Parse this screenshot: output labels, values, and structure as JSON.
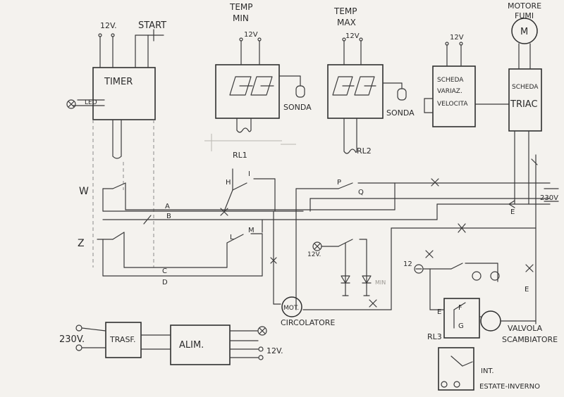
{
  "labels": {
    "v12_timer": "12V.",
    "start": "START",
    "timer": "TIMER",
    "led": "LED",
    "temp_min_1": "TEMP",
    "temp_min_2": "MIN",
    "v12_tmin": "12V",
    "sonda1": "SONDA",
    "rl1": "RL1",
    "temp_max_1": "TEMP",
    "temp_max_2": "MAX",
    "v12_tmax": "12V",
    "sonda2": "SONDA",
    "rl2": "RL2",
    "v12_scheda": "12V",
    "scheda_var_1": "SCHEDA",
    "scheda_var_2": "VARIAZ.",
    "scheda_var_3": "VELOCITA",
    "motore_1": "MOTORE",
    "motore_2": "FUMI",
    "motor_m": "M",
    "triac_1": "SCHEDA",
    "triac_2": "TRIAC",
    "w": "W",
    "z": "Z",
    "a": "A",
    "b": "B",
    "c": "C",
    "d": "D",
    "h": "H",
    "i": "I",
    "l": "L",
    "m": "M",
    "p": "P",
    "q": "Q",
    "e1": "E",
    "e2": "E",
    "e3": "E",
    "f": "F",
    "g": "G",
    "v230_right": "230V",
    "v12_led": "12V.",
    "min_small": "MIN",
    "mot": "MOT.",
    "circolatore": "CIRCOLATORE",
    "v12_rl3": "12",
    "rl3": "RL3",
    "valvola_1": "VALVOLA",
    "valvola_2": "SCAMBIATORE",
    "v230_left": "230V.",
    "trasf": "TRASF.",
    "alim": "ALIM.",
    "v12_alim": "12V.",
    "int_1": "INT.",
    "int_2": "ESTATE-INVERNO"
  },
  "colors": {
    "paper": "#f4f2ee",
    "ink": "#2e2e2e",
    "faint": "#9b9892"
  }
}
